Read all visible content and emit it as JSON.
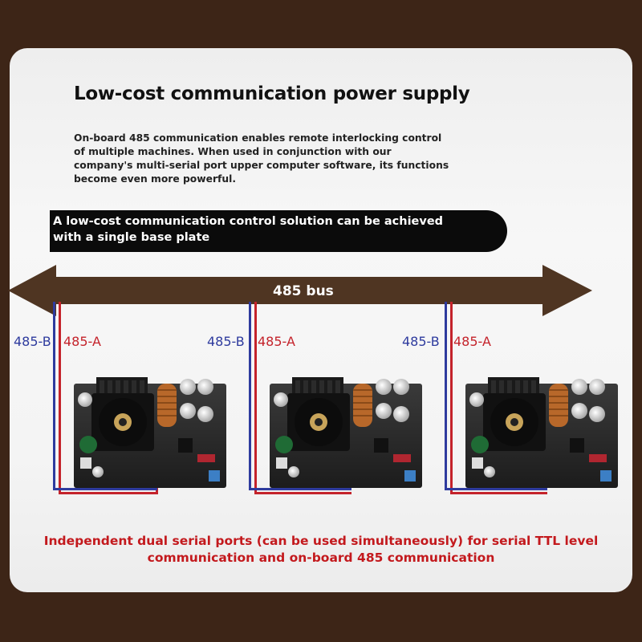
{
  "title": "Low-cost communication power supply",
  "description_lines": [
    "On-board 485 communication enables remote interlocking control",
    "of multiple machines. When used in conjunction with our",
    "company's multi-serial port upper computer software, its functions",
    "become even more powerful."
  ],
  "highlight_lines": [
    "A low-cost communication control solution can be achieved",
    "with a single base plate"
  ],
  "bus_label": "485 bus",
  "modules": [
    {
      "b_label": "485-B",
      "a_label": "485-A"
    },
    {
      "b_label": "485-B",
      "a_label": "485-A"
    },
    {
      "b_label": "485-B",
      "a_label": "485-A"
    }
  ],
  "footer_lines": [
    "Independent dual serial ports (can be used simultaneously) for serial TTL level",
    "communication and on-board 485 communication"
  ],
  "colors": {
    "background": "#3d2517",
    "bus_arrow": "#4f3522",
    "line_b": "#2e3b9e",
    "line_a": "#c4232b",
    "footer_text": "#c3191d",
    "highlight_bg": "#0b0b0b"
  }
}
